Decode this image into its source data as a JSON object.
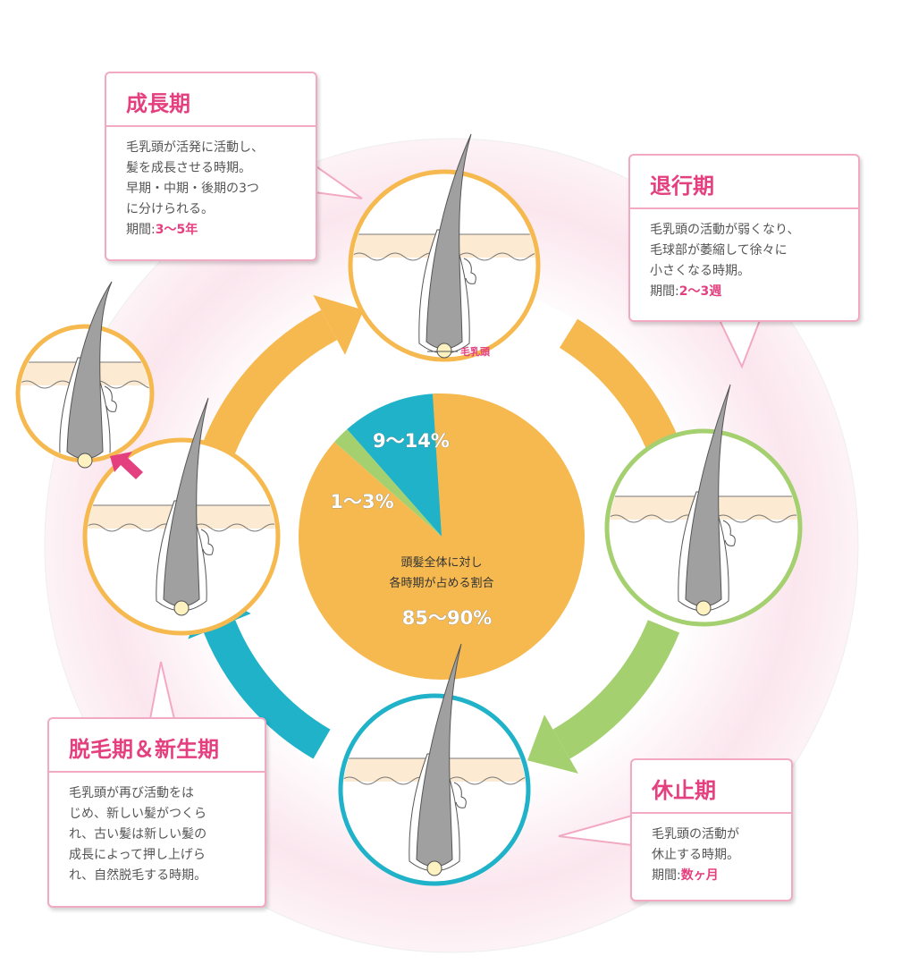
{
  "stages": {
    "anagen": {
      "title": "成長期",
      "description": "毛乳頭が活発に活動し、\n髪を成長させる時期。\n早期・中期・後期の3つ\nに分けられる。",
      "period_label": "期間:",
      "period_value": "3〜5年"
    },
    "catagen": {
      "title": "退行期",
      "description": "毛乳頭の活動が弱くなり、\n毛球部が萎縮して徐々に\n小さくなる時期。",
      "period_label": "期間:",
      "period_value": "2〜3週"
    },
    "telogen": {
      "title": "休止期",
      "description": "毛乳頭の活動が\n休止する時期。",
      "period_label": "期間:",
      "period_value": "数ヶ月"
    },
    "exogen": {
      "title": "脱毛期＆新生期",
      "description": "毛乳頭が再び活動をは\nじめ、新しい髪がつくら\nれ、古い髪は新しい髪の\n成長によって押し上げら\nれ、自然脱毛する時期。"
    }
  },
  "dermal_papilla_label": "毛乳頭",
  "colors": {
    "orange": "#f5b94f",
    "green": "#a5d070",
    "teal": "#1fb2c8",
    "pink": "#e4407f"
  },
  "chart_data": {
    "type": "pie",
    "title_lines": [
      "頭髪全体に対し",
      "各時期が占める割合"
    ],
    "slices": [
      {
        "label": "85〜90%",
        "stage": "成長期",
        "value": 87.5,
        "color": "#f5b94f"
      },
      {
        "label": "1〜3%",
        "stage": "退行期",
        "value": 2,
        "color": "#a5d070"
      },
      {
        "label": "9〜14%",
        "stage": "休止期",
        "value": 11.5,
        "color": "#1fb2c8"
      }
    ]
  }
}
